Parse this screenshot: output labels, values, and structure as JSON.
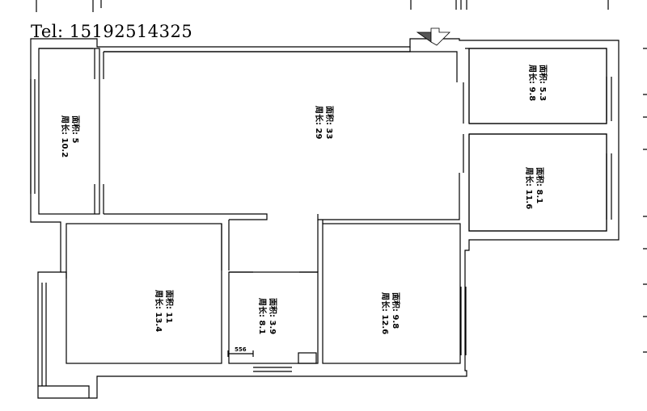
{
  "header": {
    "tel": "Tel: 15192514325"
  },
  "rooms": [
    {
      "id": "west",
      "area": "面积: 5",
      "perimeter": "周长: 10.2"
    },
    {
      "id": "living",
      "area": "面积: 33",
      "perimeter": "周长: 29"
    },
    {
      "id": "ne_small",
      "area": "面积: 5.3",
      "perimeter": "周长: 9.8"
    },
    {
      "id": "east",
      "area": "面积: 8.1",
      "perimeter": "周长: 11.6"
    },
    {
      "id": "sw",
      "area": "面积: 11",
      "perimeter": "周长: 13.4"
    },
    {
      "id": "bath",
      "area": "面积: 3.9",
      "perimeter": "周长: 8.1"
    },
    {
      "id": "se",
      "area": "面积: 9.8",
      "perimeter": "周长: 12.6"
    }
  ],
  "dimension": {
    "label": "556"
  }
}
